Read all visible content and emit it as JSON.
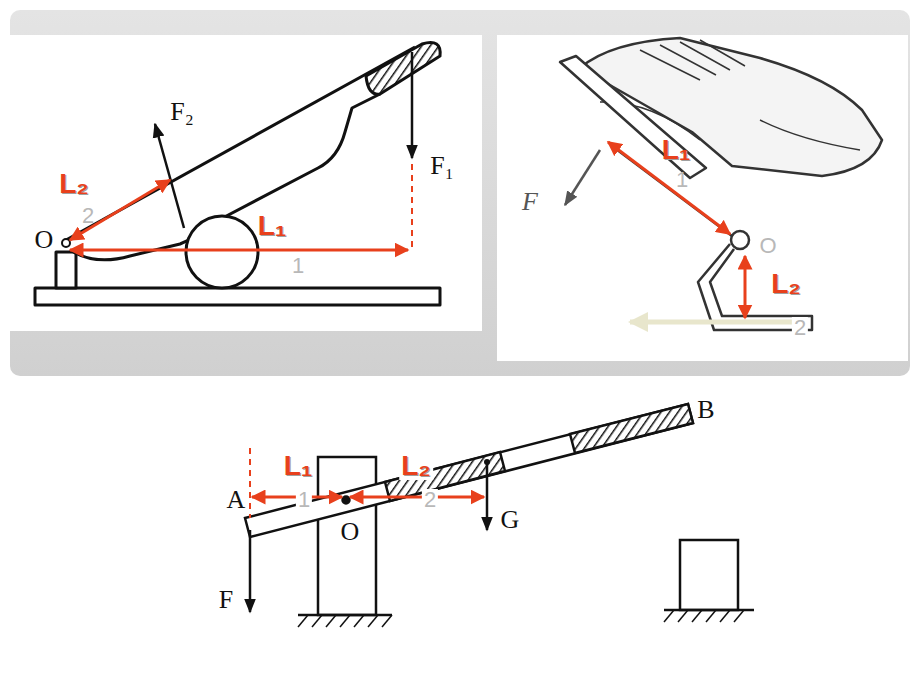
{
  "diagram": {
    "labels": [
      "F₂",
      "L₂",
      "2",
      "O",
      "L₁",
      "1",
      "F₁",
      "L₁",
      "1",
      "F",
      "O",
      "L₂",
      "2",
      "B",
      "L₁",
      "1",
      "L₂",
      "2",
      "A",
      "O",
      "G",
      "F"
    ]
  }
}
